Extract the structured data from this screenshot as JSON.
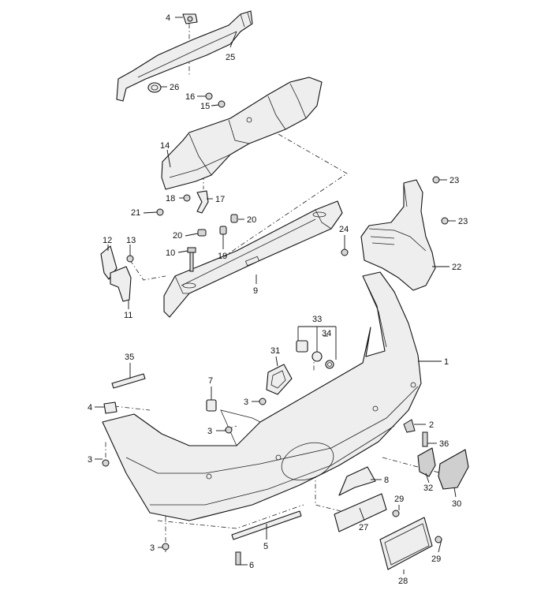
{
  "callouts": {
    "p1": "1",
    "p2": "2",
    "p3": "3",
    "p4": "4",
    "p5": "5",
    "p6": "6",
    "p7": "7",
    "p8": "8",
    "p9": "9",
    "p10": "10",
    "p11": "11",
    "p12": "12",
    "p13": "13",
    "p14": "14",
    "p15": "15",
    "p16": "16",
    "p17": "17",
    "p18": "18",
    "p19": "19",
    "p20": "20",
    "p21": "21",
    "p22": "22",
    "p23": "23",
    "p24": "24",
    "p25": "25",
    "p26": "26",
    "p27": "27",
    "p28": "28",
    "p29": "29",
    "p30": "30",
    "p31": "31",
    "p32": "32",
    "p33": "33",
    "p34": "34",
    "p35": "35",
    "p36": "36"
  }
}
